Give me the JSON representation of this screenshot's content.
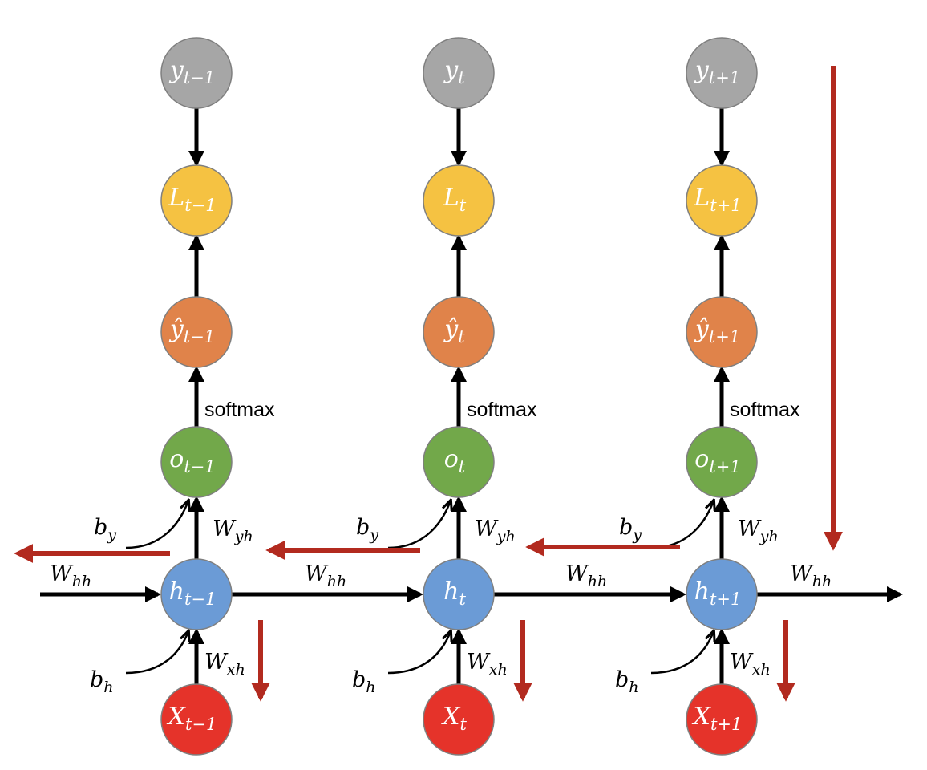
{
  "colors": {
    "target": "#a6a6a6",
    "loss": "#f5c242",
    "prediction": "#e0834a",
    "output": "#72a84a",
    "hidden": "#6b9bd6",
    "input": "#e5332a",
    "backprop_arrow": "#b22a1f",
    "forward_arrow": "#000000"
  },
  "columns": [
    {
      "target": {
        "base": "y",
        "sub": "t−1"
      },
      "loss": {
        "base": "L",
        "sub": "t−1"
      },
      "prediction": {
        "base": "ŷ",
        "sub": "t−1"
      },
      "output": {
        "base": "o",
        "sub": "t−1"
      },
      "hidden": {
        "base": "h",
        "sub": "t−1"
      },
      "input": {
        "base": "X",
        "sub": "t−1"
      }
    },
    {
      "target": {
        "base": "y",
        "sub": "t"
      },
      "loss": {
        "base": "L",
        "sub": "t"
      },
      "prediction": {
        "base": "ŷ",
        "sub": "t"
      },
      "output": {
        "base": "o",
        "sub": "t"
      },
      "hidden": {
        "base": "h",
        "sub": "t"
      },
      "input": {
        "base": "X",
        "sub": "t"
      }
    },
    {
      "target": {
        "base": "y",
        "sub": "t+1"
      },
      "loss": {
        "base": "L",
        "sub": "t+1"
      },
      "prediction": {
        "base": "ŷ",
        "sub": "t+1"
      },
      "output": {
        "base": "o",
        "sub": "t+1"
      },
      "hidden": {
        "base": "h",
        "sub": "t+1"
      },
      "input": {
        "base": "X",
        "sub": "t+1"
      }
    }
  ],
  "labels": {
    "softmax": "softmax",
    "W_yh": {
      "base": "W",
      "sub": "yh"
    },
    "W_xh": {
      "base": "W",
      "sub": "xh"
    },
    "W_hh": {
      "base": "W",
      "sub": "hh"
    },
    "b_y": {
      "base": "b",
      "sub": "y"
    },
    "b_h": {
      "base": "b",
      "sub": "h"
    }
  }
}
